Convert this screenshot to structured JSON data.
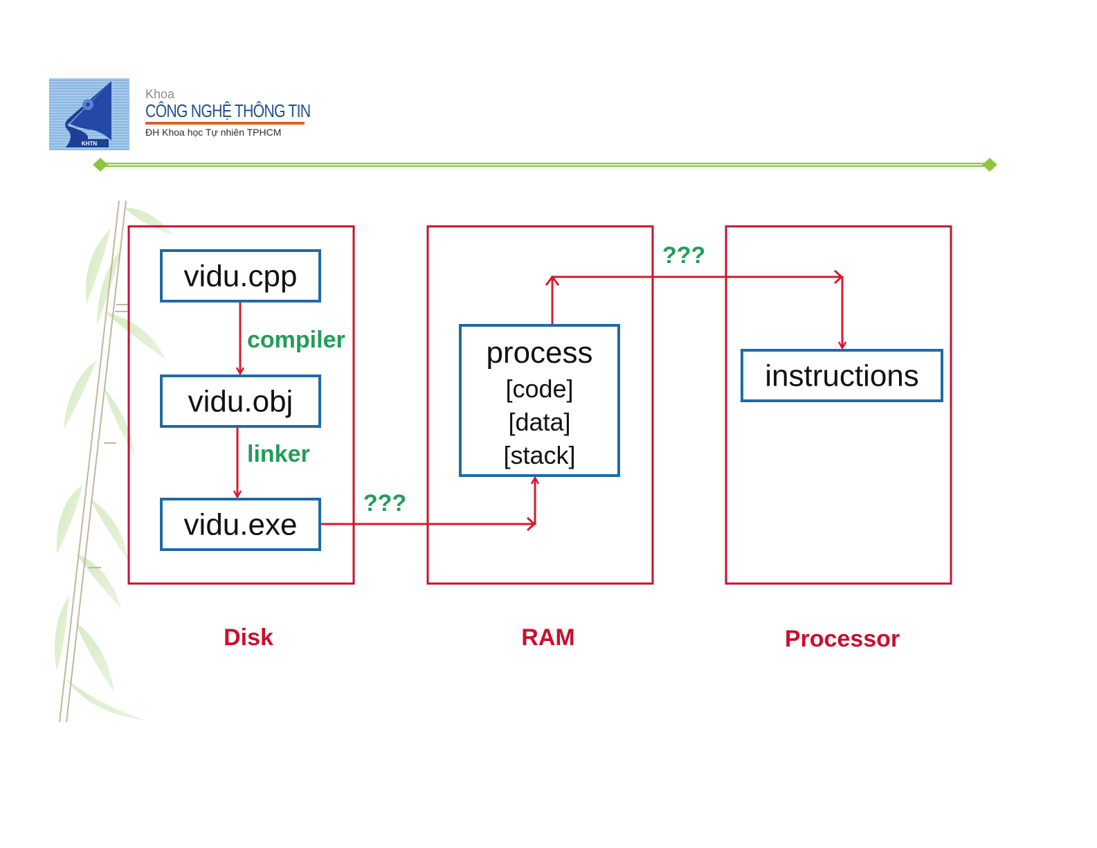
{
  "header": {
    "logo": {
      "badge_text": "KHTN",
      "line1": "Khoa",
      "line2": "CÔNG NGHỆ THÔNG TIN",
      "line3": "ĐH Khoa học Tự nhiên TPHCM"
    },
    "divider_color": "#8cc63f"
  },
  "colors": {
    "container_border": "#c8102e",
    "node_border": "#1f6aa5",
    "arrow": "#d7192f",
    "edge_label": "#1f9e58",
    "container_label": "#c8102e"
  },
  "diagram": {
    "containers": [
      {
        "id": "disk",
        "label": "Disk"
      },
      {
        "id": "ram",
        "label": "RAM"
      },
      {
        "id": "processor",
        "label": "Processor"
      }
    ],
    "nodes": [
      {
        "id": "cpp",
        "container": "disk",
        "lines": [
          "vidu.cpp"
        ]
      },
      {
        "id": "obj",
        "container": "disk",
        "lines": [
          "vidu.obj"
        ]
      },
      {
        "id": "exe",
        "container": "disk",
        "lines": [
          "vidu.exe"
        ]
      },
      {
        "id": "process",
        "container": "ram",
        "lines": [
          "process",
          "[code]",
          "[data]",
          "[stack]"
        ]
      },
      {
        "id": "instructions",
        "container": "processor",
        "lines": [
          "instructions"
        ]
      }
    ],
    "edges": [
      {
        "from": "cpp",
        "to": "obj",
        "label": "compiler"
      },
      {
        "from": "obj",
        "to": "exe",
        "label": "linker"
      },
      {
        "from": "exe",
        "to": "process",
        "label": "???"
      },
      {
        "from": "process",
        "to": "instructions",
        "label": "???"
      }
    ]
  }
}
